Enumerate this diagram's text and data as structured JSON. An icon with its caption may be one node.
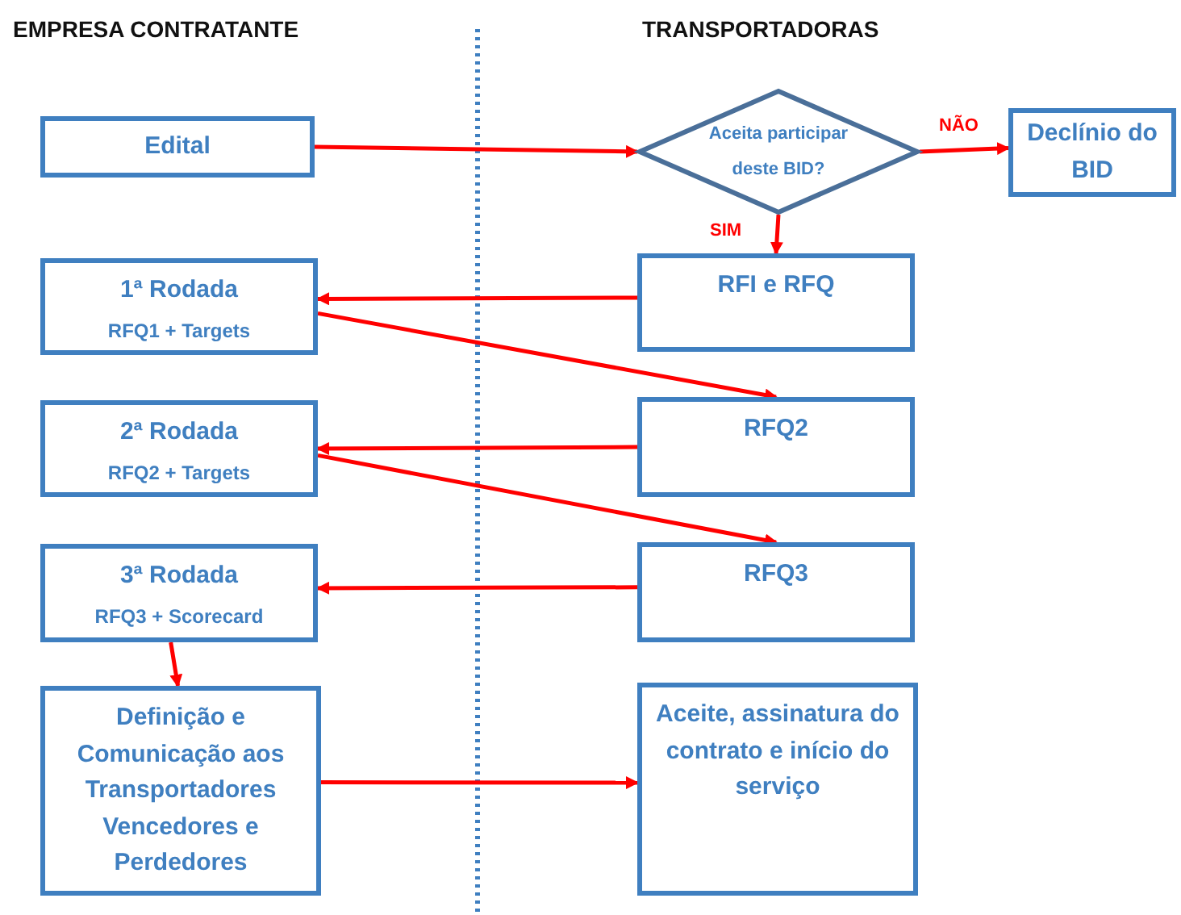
{
  "diagram": {
    "nodes": [
      {
        "text": [
          "Edital"
        ]
      },
      {
        "text": [
          "Aceita participar deste BID?"
        ]
      },
      {
        "text": [
          "Declínio do BID"
        ]
      },
      {
        "text": [
          "1ª Rodada",
          "RFQ1 + Targets"
        ]
      },
      {
        "text": [
          "RFI e RFQ"
        ]
      },
      {
        "text": [
          "2ª Rodada",
          "RFQ2 + Targets"
        ]
      },
      {
        "text": [
          "RFQ2"
        ]
      },
      {
        "text": [
          "3ª Rodada",
          "RFQ3 + Scorecard"
        ]
      },
      {
        "text": [
          "RFQ3"
        ]
      },
      {
        "text": [
          "Definição e Comunicação aos Transportadores Vencedores e Perdedores"
        ]
      },
      {
        "text": [
          "Aceite, assinatura do contrato e início do serviço"
        ]
      }
    ],
    "edges": [
      {
        "from": 0,
        "to": 1,
        "arrow": "to"
      },
      {
        "from": 1,
        "to": 2,
        "arrow": "to",
        "label": "NÃO"
      },
      {
        "from": 1,
        "to": 4,
        "arrow": "to",
        "label": "SIM"
      },
      {
        "from": 4,
        "to": 3,
        "arrow": "to"
      },
      {
        "from": 3,
        "to": 6,
        "arrow": "to"
      },
      {
        "from": 6,
        "to": 5,
        "arrow": "to"
      },
      {
        "from": 5,
        "to": 8,
        "arrow": "to"
      },
      {
        "from": 8,
        "to": 7,
        "arrow": "to"
      },
      {
        "from": 7,
        "to": 9,
        "arrow": "to"
      },
      {
        "from": 9,
        "to": 10,
        "arrow": "to"
      }
    ],
    "labels": [
      "EMPRESA CONTRATANTE",
      "TRANSPORTADORAS"
    ]
  }
}
